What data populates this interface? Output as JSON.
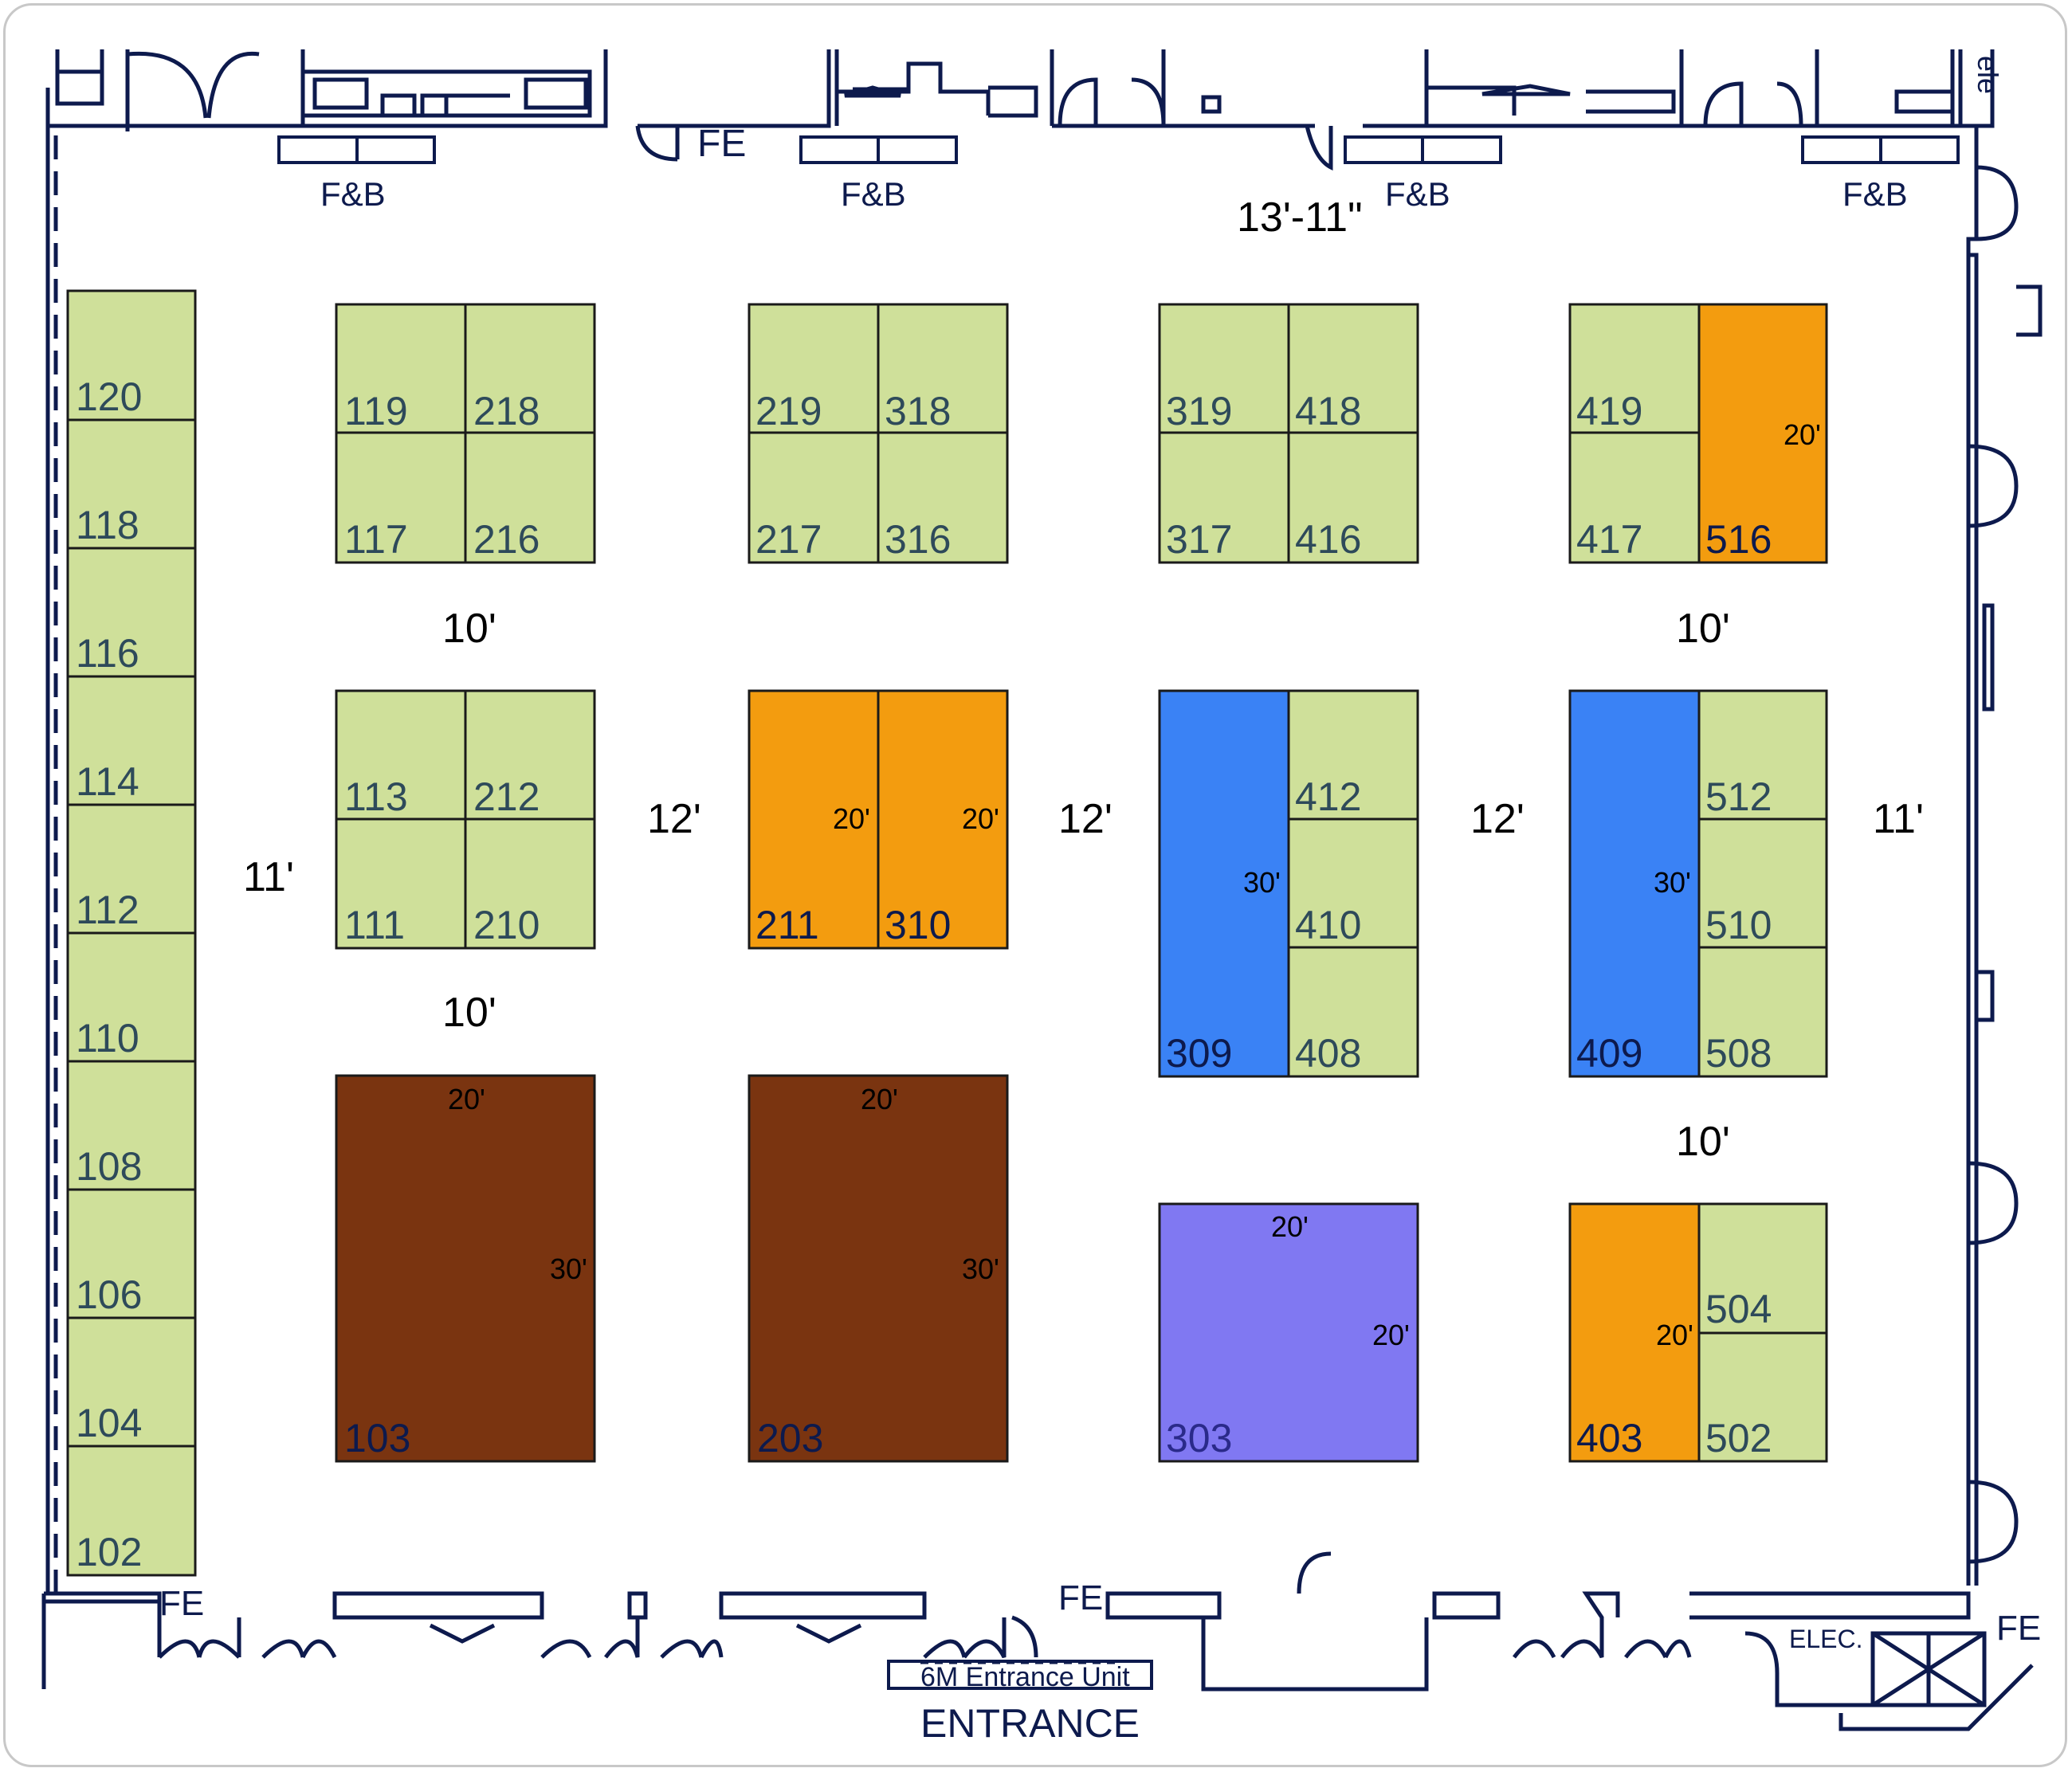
{
  "labels": {
    "fb": "F&B",
    "fe": "FE",
    "height": "13'-11\"",
    "elec": "ELEC.",
    "entrance_unit": "6M Entrance Unit",
    "entrance": "ENTRANCE",
    "top_right_partial": "ele"
  },
  "aisles": {
    "left": "11'",
    "mid_row1": "10'",
    "mid_row2": "10'",
    "col_gap_1": "12'",
    "col_gap_2": "12'",
    "col_gap_3": "12'",
    "right": "11'",
    "right_row1": "10'",
    "right_row3": "10'"
  },
  "colors": {
    "standard": "#cfe09a",
    "orange": "#f39c0f",
    "blue": "#3a82f5",
    "brown": "#7a3410",
    "purple": "#8078f2",
    "wall": "#0d1a4d",
    "num_green": "#2e4a5a",
    "num_dark": "#0d1a4d"
  },
  "booths": {
    "b120": "120",
    "b118": "118",
    "b116": "116",
    "b114": "114",
    "b112": "112",
    "b110": "110",
    "b108": "108",
    "b106": "106",
    "b104": "104",
    "b102": "102",
    "b119": "119",
    "b218": "218",
    "b117": "117",
    "b216": "216",
    "b219": "219",
    "b318": "318",
    "b217": "217",
    "b316": "316",
    "b319": "319",
    "b418": "418",
    "b317": "317",
    "b416": "416",
    "b419": "419",
    "b417": "417",
    "b516": "516",
    "b113": "113",
    "b212": "212",
    "b111": "111",
    "b210": "210",
    "b211": "211",
    "b310": "310",
    "b309": "309",
    "b412": "412",
    "b410": "410",
    "b408": "408",
    "b409": "409",
    "b512": "512",
    "b510": "510",
    "b508": "508",
    "b103": "103",
    "b203": "203",
    "b303": "303",
    "b403": "403",
    "b504": "504",
    "b502": "502"
  },
  "dims": {
    "d516": "20'",
    "d211": "20'",
    "d310": "20'",
    "d309": "30'",
    "d409": "30'",
    "d103w": "20'",
    "d103h": "30'",
    "d203w": "20'",
    "d203h": "30'",
    "d303w": "20'",
    "d303h": "20'",
    "d403": "20'"
  }
}
